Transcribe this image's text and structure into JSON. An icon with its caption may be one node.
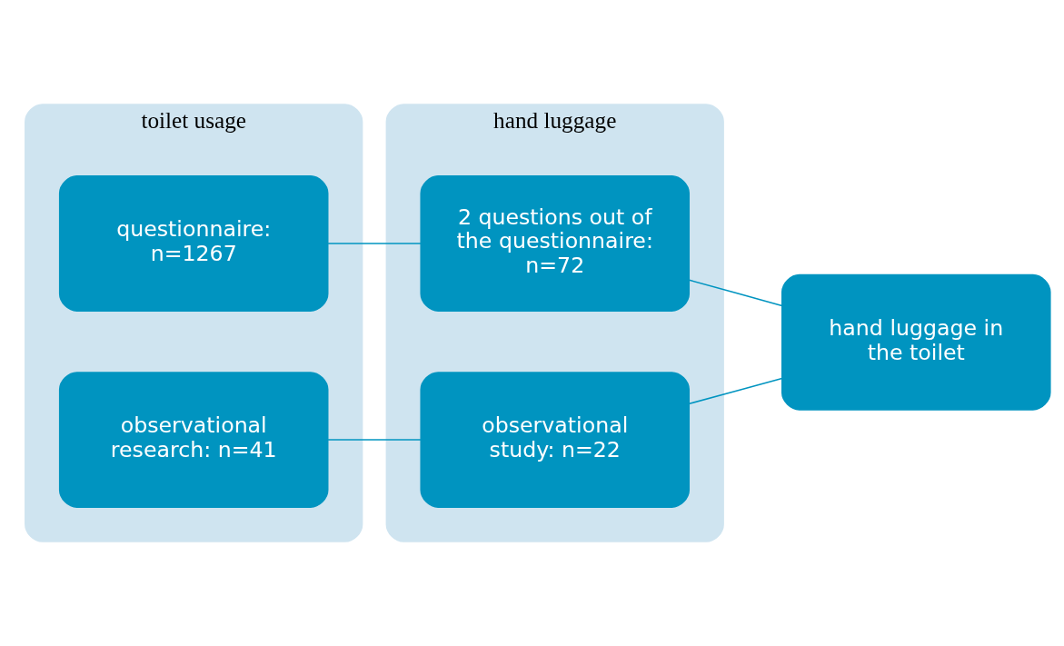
{
  "diagram": {
    "nodes": [
      {
        "text": [
          "toilet usage"
        ]
      },
      {
        "text": [
          "questionnaire: n=1267"
        ],
        "in": 0
      },
      {
        "text": [
          "observational research: n=41"
        ],
        "in": 0
      },
      {
        "text": [
          "hand luggage"
        ]
      },
      {
        "text": [
          "2 questions out of the questionnaire: n=72"
        ],
        "in": 3
      },
      {
        "text": [
          "observational study: n=22"
        ],
        "in": 3
      },
      {
        "text": [
          "hand luggage in the toilet"
        ]
      }
    ],
    "edges": [
      {
        "from": 1,
        "to": 4,
        "arrow": "none"
      },
      {
        "from": 2,
        "to": 5,
        "arrow": "none"
      },
      {
        "from": 4,
        "to": 6,
        "arrow": "none"
      },
      {
        "from": 5,
        "to": 6,
        "arrow": "none"
      }
    ]
  }
}
